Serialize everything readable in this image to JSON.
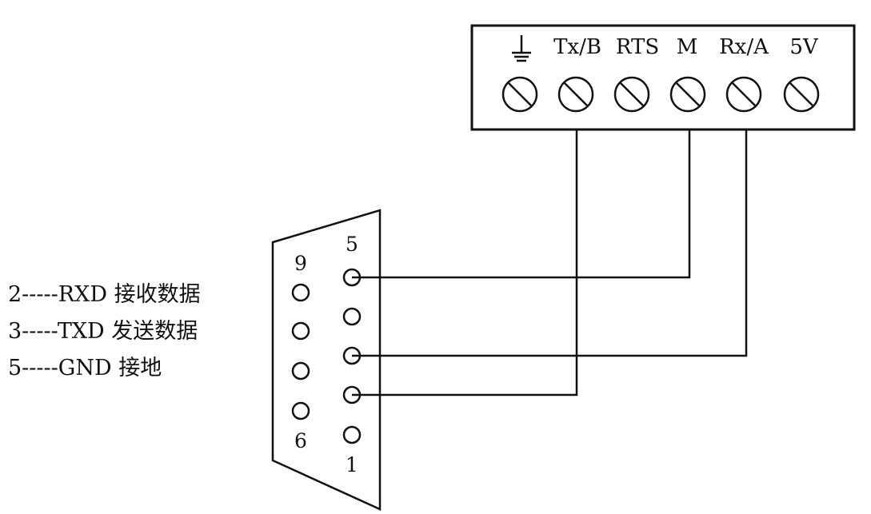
{
  "terminal_block": {
    "labels": [
      "",
      "Tx/B",
      "RTS",
      "M",
      "Rx/A",
      "5V"
    ],
    "ground_icon": "ground-icon",
    "screw_icon": "screw-terminal-icon"
  },
  "db9": {
    "pin_labels": {
      "nine": "9",
      "five": "5",
      "six": "6",
      "one": "1"
    }
  },
  "legend": [
    "2-----RXD 接收数据",
    "3-----TXD 发送数据",
    "5-----GND 接地"
  ]
}
